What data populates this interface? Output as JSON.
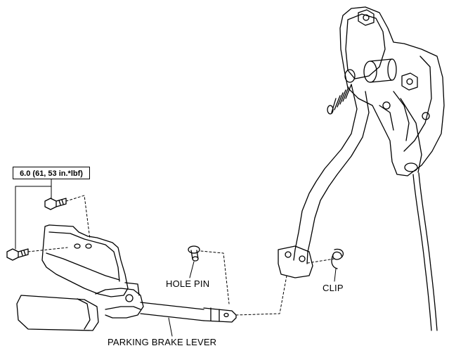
{
  "torque_spec": "6.0 (61, 53 in.*lbf)",
  "labels": {
    "hole_pin": "HOLE PIN",
    "clip": "CLIP",
    "parking_brake_lever": "PARKING BRAKE LEVER"
  },
  "colors": {
    "line": "#000000",
    "background": "#ffffff"
  }
}
